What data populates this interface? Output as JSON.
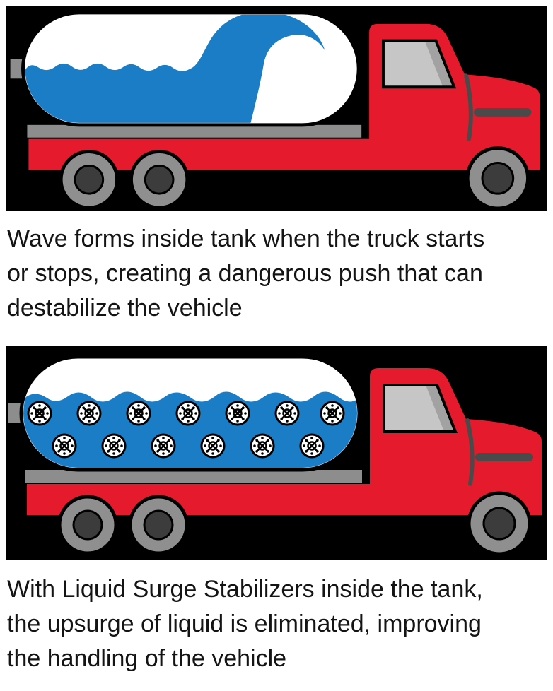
{
  "colors": {
    "page_bg": "#ffffff",
    "panel_bg": "#000000",
    "truck_red": "#e51b2d",
    "water_blue": "#1a7dc5",
    "metal_gray": "#8d8d8d",
    "window_gray": "#c6c6c6",
    "wheel_rim_gray": "#8f8f8f",
    "wheel_hub_gray": "#3c3c3c",
    "caption_text": "#141414"
  },
  "panel_top": {
    "alt": "tanker-truck-with-wave-inside-tank",
    "caption_lines": [
      "Wave forms inside tank when the truck starts",
      "or stops, creating a dangerous push that can",
      "destabilize the vehicle"
    ]
  },
  "panel_bottom": {
    "alt": "tanker-truck-with-surge-stabilizer-discs-inside-tank",
    "caption_lines": [
      "With Liquid Surge Stabilizers inside the tank,",
      "the upsurge of liquid is eliminated, improving",
      "the handling of the vehicle"
    ]
  }
}
